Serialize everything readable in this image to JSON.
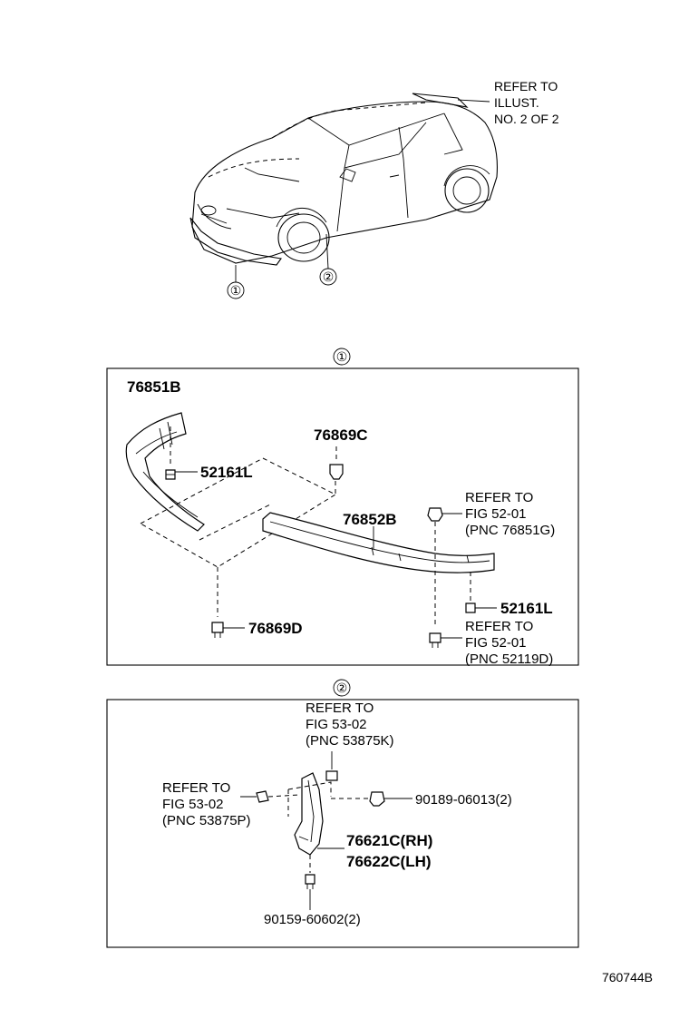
{
  "overview": {
    "refer_note": [
      "REFER TO",
      "ILLUST.",
      "NO. 2 OF 2"
    ],
    "callout_1": "①",
    "callout_2": "②"
  },
  "section_1": {
    "marker": "①",
    "labels": {
      "p76851B": "76851B",
      "p76869C": "76869C",
      "p52161L_left": "52161L",
      "p76852B": "76852B",
      "p52161L_right": "52161L",
      "p76869D": "76869D"
    },
    "refer_a": [
      "REFER TO",
      "FIG 52-01",
      "(PNC 76851G)"
    ],
    "refer_b": [
      "REFER TO",
      "FIG 52-01",
      "(PNC 52119D)"
    ]
  },
  "section_2": {
    "marker": "②",
    "refer_top": [
      "REFER TO",
      "FIG 53-02",
      "(PNC 53875K)"
    ],
    "refer_left": [
      "REFER TO",
      "FIG 53-02",
      "(PNC 53875P)"
    ],
    "labels": {
      "p90189": "90189-06013(2)",
      "p76621C": "76621C(RH)",
      "p76622C": "76622C(LH)",
      "p90159": "90159-60602(2)"
    }
  },
  "figure_id": "760744B"
}
